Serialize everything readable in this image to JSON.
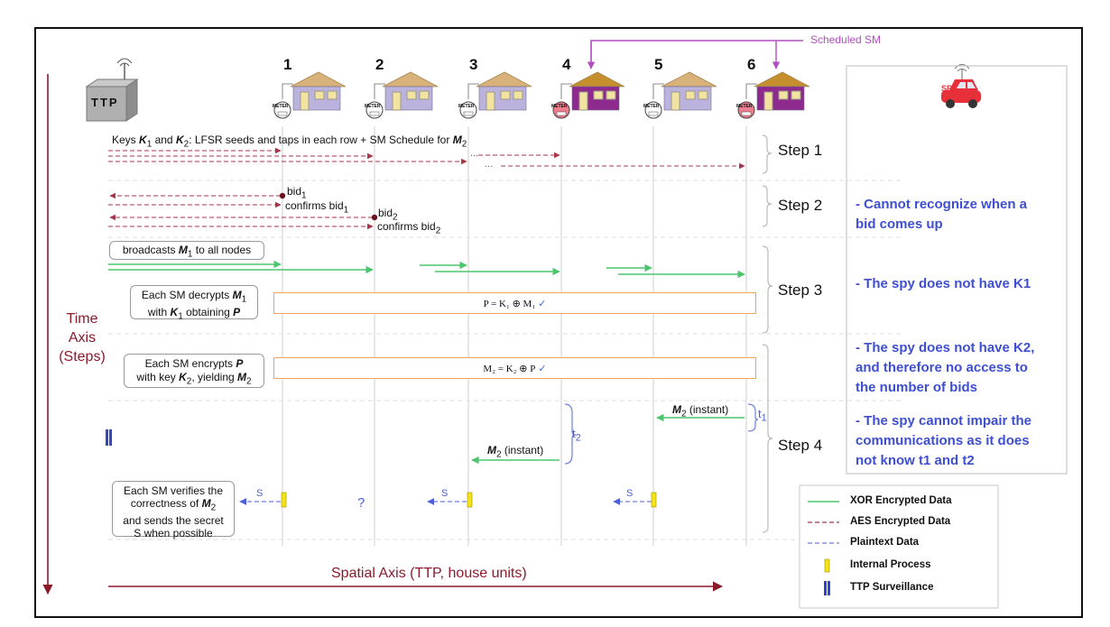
{
  "scheduled_label": "Scheduled SM",
  "ttp_label": "TTP",
  "meter_label": "METER",
  "houses": [
    "1",
    "2",
    "3",
    "4",
    "5",
    "6"
  ],
  "spy_label": "SPY",
  "time_axis": [
    "Time",
    "Axis",
    "(Steps)"
  ],
  "spatial_axis": "Spatial Axis (TTP, house units)",
  "steps": [
    "Step 1",
    "Step 2",
    "Step 3",
    "Step 4"
  ],
  "step1_keys": [
    "Keys ",
    "K",
    "1",
    " and ",
    "K",
    "2",
    ": LFSR seeds and taps in each row + SM Schedule for ",
    "M",
    "2"
  ],
  "bid1": [
    "bid",
    "1"
  ],
  "confirms_bid1": [
    "confirms bid",
    "1"
  ],
  "bid2": [
    "bid",
    "2"
  ],
  "confirms_bid2": [
    "confirms bid",
    "2"
  ],
  "broadcast": [
    "broadcasts ",
    "M",
    "1",
    " to all nodes"
  ],
  "decrypt_box": [
    "Each SM decrypts ",
    "M",
    "1",
    "with ",
    "K",
    "1",
    " obtaining ",
    "P"
  ],
  "formula1": "P = K₁ ⊕ M₁",
  "encrypt_box": [
    "Each SM encrypts ",
    "P",
    "with key ",
    "K",
    "2",
    ", yielding ",
    "M",
    "2"
  ],
  "formula2": "M₂ = K₂ ⊕ P",
  "check": "✓",
  "m2_instant_a": [
    "M",
    "2",
    " (instant)"
  ],
  "m2_instant_b": [
    "M",
    "2",
    " (instant)"
  ],
  "t1": [
    "t",
    "1"
  ],
  "t2": [
    "t",
    "2"
  ],
  "verify_box": [
    "Each SM verifies the",
    "correctness of ",
    "M",
    "2",
    "and sends the secret",
    "S when possible"
  ],
  "secret": "S",
  "question": "?",
  "ellipsis": "...",
  "spy_texts": [
    [
      "- Cannot recognize when a",
      "bid comes up"
    ],
    [
      "- The spy does not have K1"
    ],
    [
      "- The spy does not have K2,",
      "and therefore no access to",
      "the number of bids"
    ],
    [
      "- The spy cannot impair the",
      "communications as it does",
      "not know t1 and t2"
    ]
  ],
  "legend": [
    {
      "label": "XOR Encrypted Data",
      "kind": "xor"
    },
    {
      "label": "AES Encrypted Data",
      "kind": "aes"
    },
    {
      "label": "Plaintext Data",
      "kind": "plain"
    },
    {
      "label": "Internal Process",
      "kind": "internal"
    },
    {
      "label": "TTP Surveillance",
      "kind": "surv"
    }
  ],
  "colors": {
    "xor": "#4cc56d",
    "aes": "#a8344a",
    "plain": "#6b7fe0",
    "scheduled": "#b04fbf",
    "axis": "#8b1a2b",
    "spy_text": "#3d4fd0",
    "house_normal": "#bcb2de",
    "house_scheduled": "#8e2a8e",
    "formula_border": "#f2a35e"
  }
}
